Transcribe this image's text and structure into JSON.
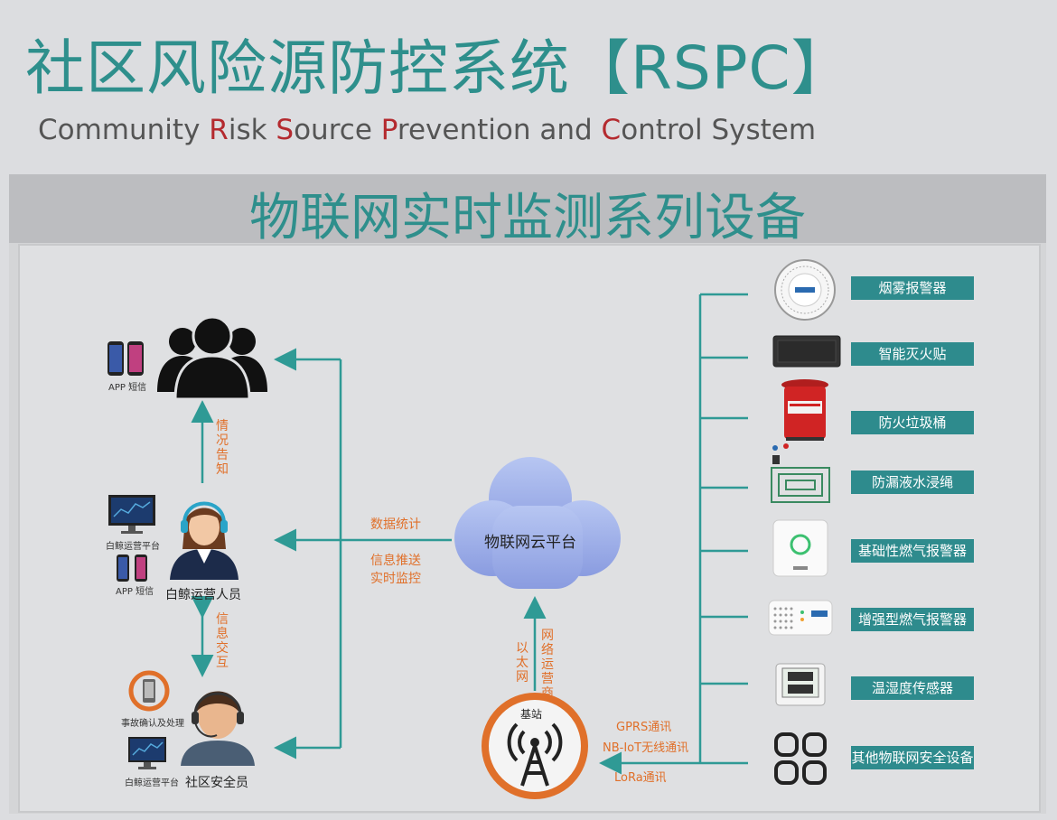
{
  "header": {
    "title": "社区风险源防控系统【RSPC】",
    "subtitle_parts": [
      {
        "text": "Community ",
        "red": false
      },
      {
        "text": "R",
        "red": true
      },
      {
        "text": "isk ",
        "red": false
      },
      {
        "text": "S",
        "red": true
      },
      {
        "text": "ource ",
        "red": false
      },
      {
        "text": "P",
        "red": true
      },
      {
        "text": "revention and ",
        "red": false
      },
      {
        "text": "C",
        "red": true
      },
      {
        "text": "ontrol System",
        "red": false
      }
    ]
  },
  "panel": {
    "title": "物联网实时监测系列设备"
  },
  "left": {
    "group_icon_caption": "APP 短信",
    "notify_label": [
      "情",
      "况",
      "告",
      "知"
    ],
    "operator_platform_caption": "白鲸运营平台",
    "operator_app_caption": "APP 短信",
    "operator_label": "白鲸运营人员",
    "interact_label": [
      "信",
      "息",
      "交",
      "互"
    ],
    "incident_caption": "事故确认及处理",
    "officer_platform_caption": "白鲸运营平台",
    "officer_label": "社区安全员"
  },
  "center": {
    "cloud_label": "物联网云平台",
    "stats_label": "数据统计",
    "push_label": "信息推送",
    "monitor_label": "实时监控",
    "ethernet_label": [
      "以",
      "太",
      "网"
    ],
    "carrier_label": [
      "网",
      "络",
      "运",
      "营",
      "商"
    ],
    "base_station_label": "基站",
    "comm_labels": [
      "GPRS通讯",
      "NB-IoT无线通讯",
      "LoRa通讯"
    ]
  },
  "devices": [
    {
      "icon": "smoke-detector-icon",
      "label": "烟雾报警器"
    },
    {
      "icon": "fire-extinguishing-patch-icon",
      "label": "智能灭火贴"
    },
    {
      "icon": "fireproof-bin-icon",
      "label": "防火垃圾桶"
    },
    {
      "icon": "leak-rope-icon",
      "label": "防漏液水浸绳"
    },
    {
      "icon": "basic-gas-alarm-icon",
      "label": "基础性燃气报警器"
    },
    {
      "icon": "enhanced-gas-alarm-icon",
      "label": "增强型燃气报警器"
    },
    {
      "icon": "thermo-hygrometer-icon",
      "label": "温湿度传感器"
    },
    {
      "icon": "other-devices-icon",
      "label": "其他物联网安全设备"
    }
  ],
  "colors": {
    "teal": "#2e8f8c",
    "arrow": "#2f9a95",
    "orange": "#e0702a",
    "red_letter": "#b42a2f",
    "cloud": "#9eaee8",
    "label_bg": "#2e8b8d"
  }
}
